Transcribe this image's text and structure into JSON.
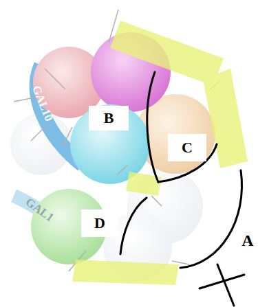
{
  "diagram": {
    "nodes": [
      {
        "text": [
          "B"
        ]
      },
      {
        "text": [
          "C"
        ]
      },
      {
        "text": [
          "D"
        ]
      }
    ],
    "labels": [
      "GAL10",
      "GAL1",
      "A"
    ]
  }
}
